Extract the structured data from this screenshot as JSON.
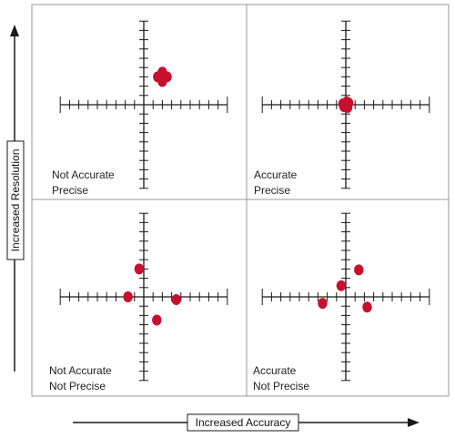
{
  "axis_labels": {
    "vertical": "Increased Resolution",
    "horizontal": "Increased Accuracy"
  },
  "quadrants": [
    {
      "id": "top-left",
      "label_line1": "Not Accurate",
      "label_line2": "Precise",
      "points": [
        [
          2,
          3.5
        ],
        [
          1.5,
          3
        ],
        [
          2.5,
          3
        ],
        [
          2,
          2.5
        ]
      ]
    },
    {
      "id": "top-right",
      "label_line1": "Accurate",
      "label_line2": "Precise",
      "points": [
        [
          0,
          0
        ],
        [
          0.3,
          0.2
        ],
        [
          -0.3,
          0.1
        ],
        [
          0.2,
          -0.3
        ],
        [
          -0.2,
          -0.2
        ],
        [
          0.1,
          0.3
        ]
      ]
    },
    {
      "id": "bottom-left",
      "label_line1": "Not Accurate",
      "label_line2": "Not Precise",
      "points": [
        [
          -0.5,
          3
        ],
        [
          -1.7,
          0
        ],
        [
          3.5,
          -0.3
        ],
        [
          1.4,
          -2.5
        ]
      ]
    },
    {
      "id": "bottom-right",
      "label_line1": "Accurate",
      "label_line2": "Not Precise",
      "points": [
        [
          1.4,
          2.9
        ],
        [
          -0.5,
          1.2
        ],
        [
          -2.5,
          -0.7
        ],
        [
          2.3,
          -1.1
        ]
      ]
    }
  ],
  "colors": {
    "point": "#c8102e",
    "grid": "#999999",
    "axis": "#1a1a1a"
  }
}
